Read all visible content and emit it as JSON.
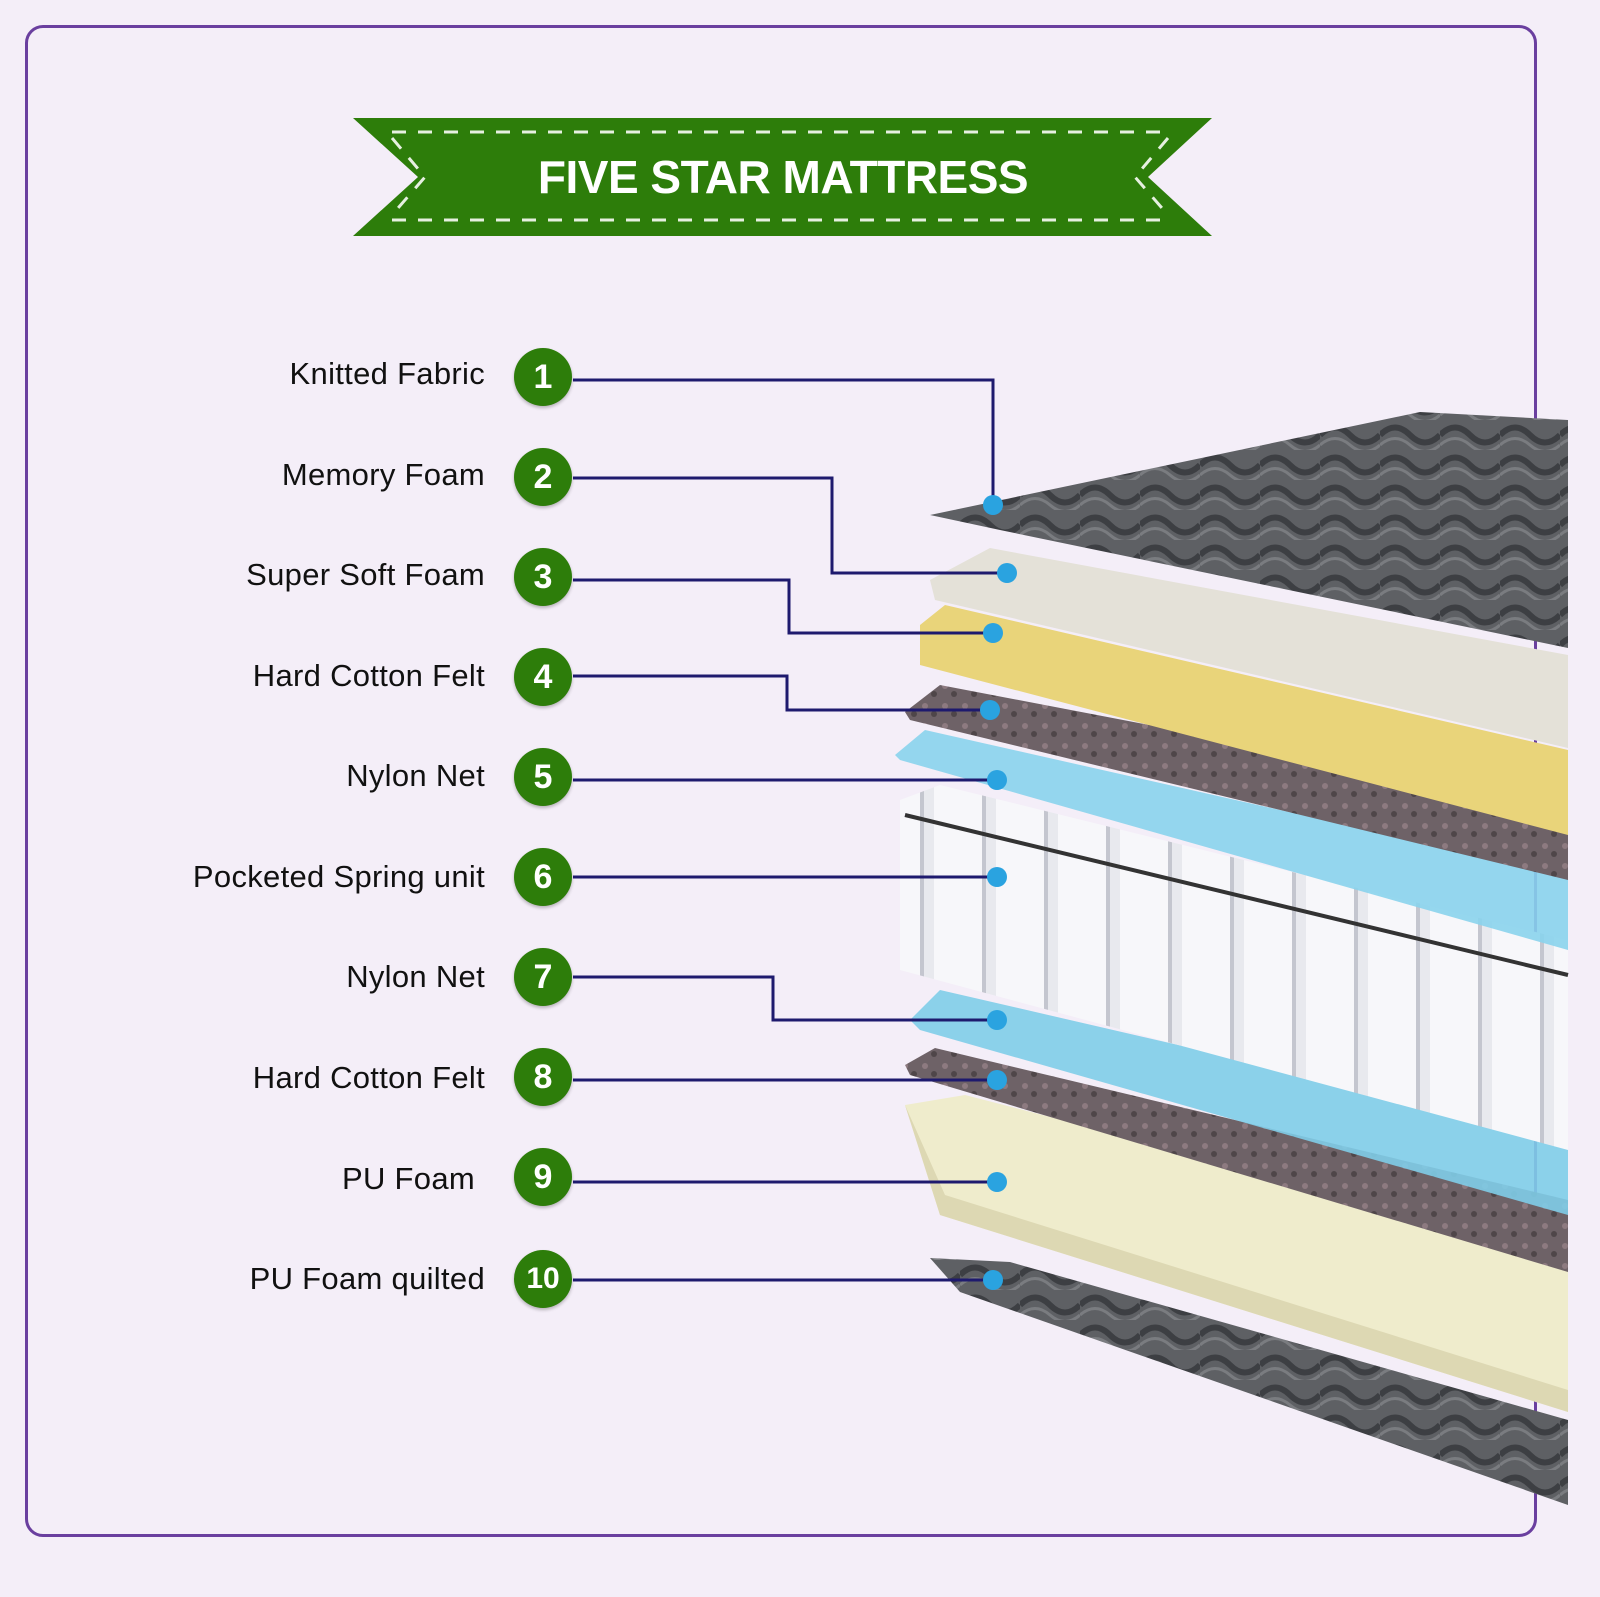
{
  "title": "FIVE STAR MATTRESS",
  "colors": {
    "banner": "#2d7d0a",
    "frame": "#6a3f9f",
    "connector": "#1e1a6e",
    "dot": "#2aa3e0"
  },
  "layers": [
    {
      "number": "1",
      "label": "Knitted Fabric"
    },
    {
      "number": "2",
      "label": "Memory Foam"
    },
    {
      "number": "3",
      "label": "Super Soft Foam"
    },
    {
      "number": "4",
      "label": "Hard Cotton Felt"
    },
    {
      "number": "5",
      "label": "Nylon Net"
    },
    {
      "number": "6",
      "label": "Pocketed Spring unit"
    },
    {
      "number": "7",
      "label": "Nylon Net"
    },
    {
      "number": "8",
      "label": "Hard Cotton Felt"
    },
    {
      "number": "9",
      "label": "PU Foam"
    },
    {
      "number": "10",
      "label": "PU Foam quilted"
    }
  ]
}
